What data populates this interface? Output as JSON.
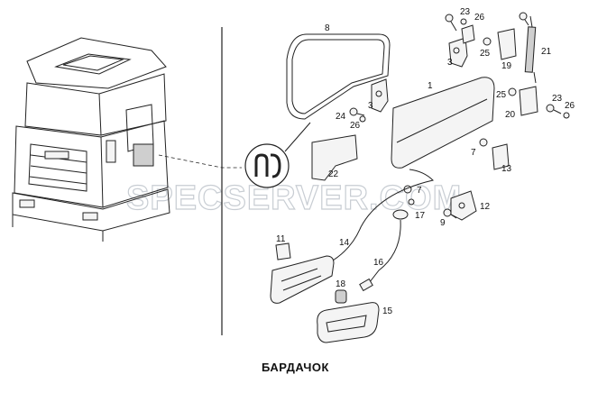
{
  "caption": "БАРДАЧОК",
  "watermark": "SPECSERVER.COM",
  "part_labels": [
    "1",
    "3",
    "3",
    "7",
    "7",
    "8",
    "9",
    "11",
    "12",
    "13",
    "14",
    "15",
    "16",
    "17",
    "18",
    "19",
    "20",
    "21",
    "22",
    "23",
    "23",
    "24",
    "25",
    "25",
    "26",
    "26",
    "26"
  ]
}
